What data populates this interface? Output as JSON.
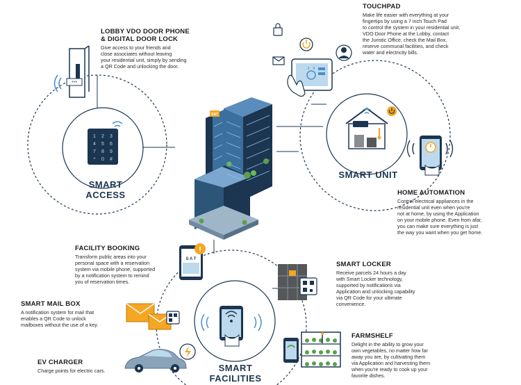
{
  "zones": {
    "access": "SMART\nACCESS",
    "unit": "SMART UNIT",
    "facilities": "SMART\nFACILITIES"
  },
  "features": {
    "lobby": {
      "title": "LOBBY VDO DOOR PHONE\n& DIGITAL DOOR LOCK",
      "desc": "Give access to your friends and\nclose associates without leaving\nyour residential unit, simply by sending\na QR Code and unlocking the door."
    },
    "touchpad": {
      "title": "TOUCHPAD",
      "desc": "Make life easier with everything at your\nfingertips by using a 7 inch Touch Pad\nto control the system in your residential unit,\nVDO Door Phone at the Lobby, contact\nthe Juristic Office, check the Mail Box,\nreserve communal facilities, and check\nwater and electricity bills."
    },
    "home_automation": {
      "title": "HOME AUTOMATION",
      "desc": "Control electrical appliances in the\nresidential unit even when you're\nnot at home, by using the Application\non your mobile phone. Even from afar,\nyou can make sure everything is just\nthe way you want when you get home."
    },
    "facility_booking": {
      "title": "FACILITY BOOKING",
      "desc": "Transform public areas into your\npersonal space with a reservation\nsystem via mobile phone, supported\nby a notification system to remind\nyou of reservation times."
    },
    "smart_locker": {
      "title": "SMART LOCKER",
      "desc": "Receive parcels 24 hours a day\nwith Smart Locker technology,\nsupported by notifications via\nApplication and unlocking capability\nvia QR Code for your ultimate\nconvenience."
    },
    "mail_box": {
      "title": "SMART MAIL BOX",
      "desc": "A notification system for mail that\nenables a QR Code to unlock\nmailboxes without the use of a key."
    },
    "farmshelf": {
      "title": "FARMSHELF",
      "desc": "Delight in the ability to grow your\nown vegetables, no matter how far\naway you are, by cultivating them\nvia Application and harvesting them\nwhen you're ready to cook up your\nfavorite dishes."
    },
    "ev_charger": {
      "title": "EV CHARGER",
      "desc": "Charge points for electric cars."
    }
  },
  "icon_labels": {
    "door_code": "***",
    "keypad": [
      "1",
      "2",
      "3",
      "4",
      "5",
      "6",
      "7",
      "8",
      "9",
      "*",
      "0",
      "#"
    ],
    "building_sign": "SAT",
    "phone_sign": "S A T"
  },
  "colors": {
    "navy": "#1c3550",
    "blue": "#4a90c8",
    "light_blue": "#bcd9ee",
    "orange": "#f5a623",
    "green": "#5aa04a",
    "grey": "#8a8d90",
    "dark_grey": "#55585b"
  }
}
